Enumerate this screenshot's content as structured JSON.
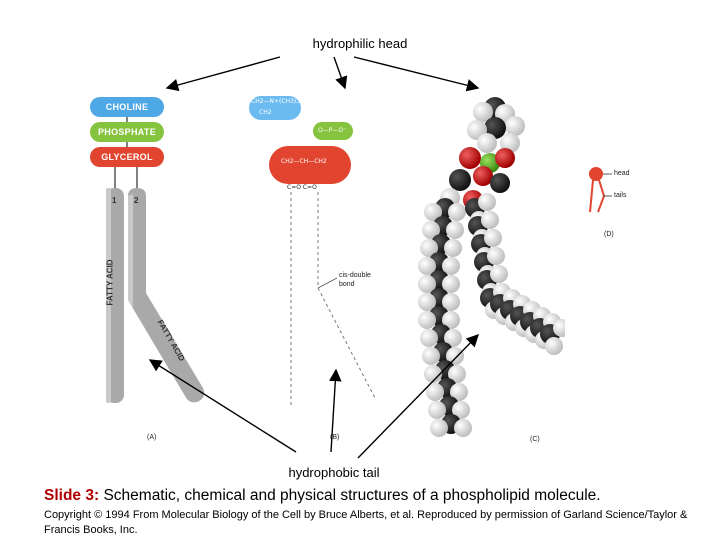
{
  "labels": {
    "top": "hydrophilic head",
    "bottom": "hydrophobic tail"
  },
  "figure": {
    "panel_a": {
      "choline": "CHOLINE",
      "phosphate": "PHOSPHATE",
      "glycerol": "GLYCEROL",
      "tail_1": "1",
      "tail_2": "2",
      "fatty_acid_1": "FATTY ACID",
      "fatty_acid_2": "FATTY ACID",
      "caption": "(A)"
    },
    "panel_b": {
      "choline_formula": "CH2—N+(CH3)3",
      "ch2": "CH2",
      "phosphate_formula": "O—P—O⁻",
      "glycerol_formula": "CH2—CH—CH2",
      "carbonyl": "C=O  C=O",
      "cis_bond": "cis-double bond",
      "caption": "(B)"
    },
    "panel_c": {
      "caption": "(C)"
    },
    "panel_d": {
      "head": "head",
      "tails": "tails",
      "caption": "(D)"
    }
  },
  "slide": {
    "number": "Slide 3:",
    "title": " Schematic, chemical and physical structures of a phospholipid molecule."
  },
  "copyright": "Copyright © 1994 From Molecular Biology of the Cell by Bruce Alberts, et al. Reproduced by permission of Garland Science/Taylor & Francis Books, Inc.",
  "colors": {
    "choline": "#4fa8e6",
    "phosphate": "#86c43f",
    "glycerol": "#e2452f",
    "rod": "#a9a9a9",
    "slide_number": "#b00000"
  }
}
